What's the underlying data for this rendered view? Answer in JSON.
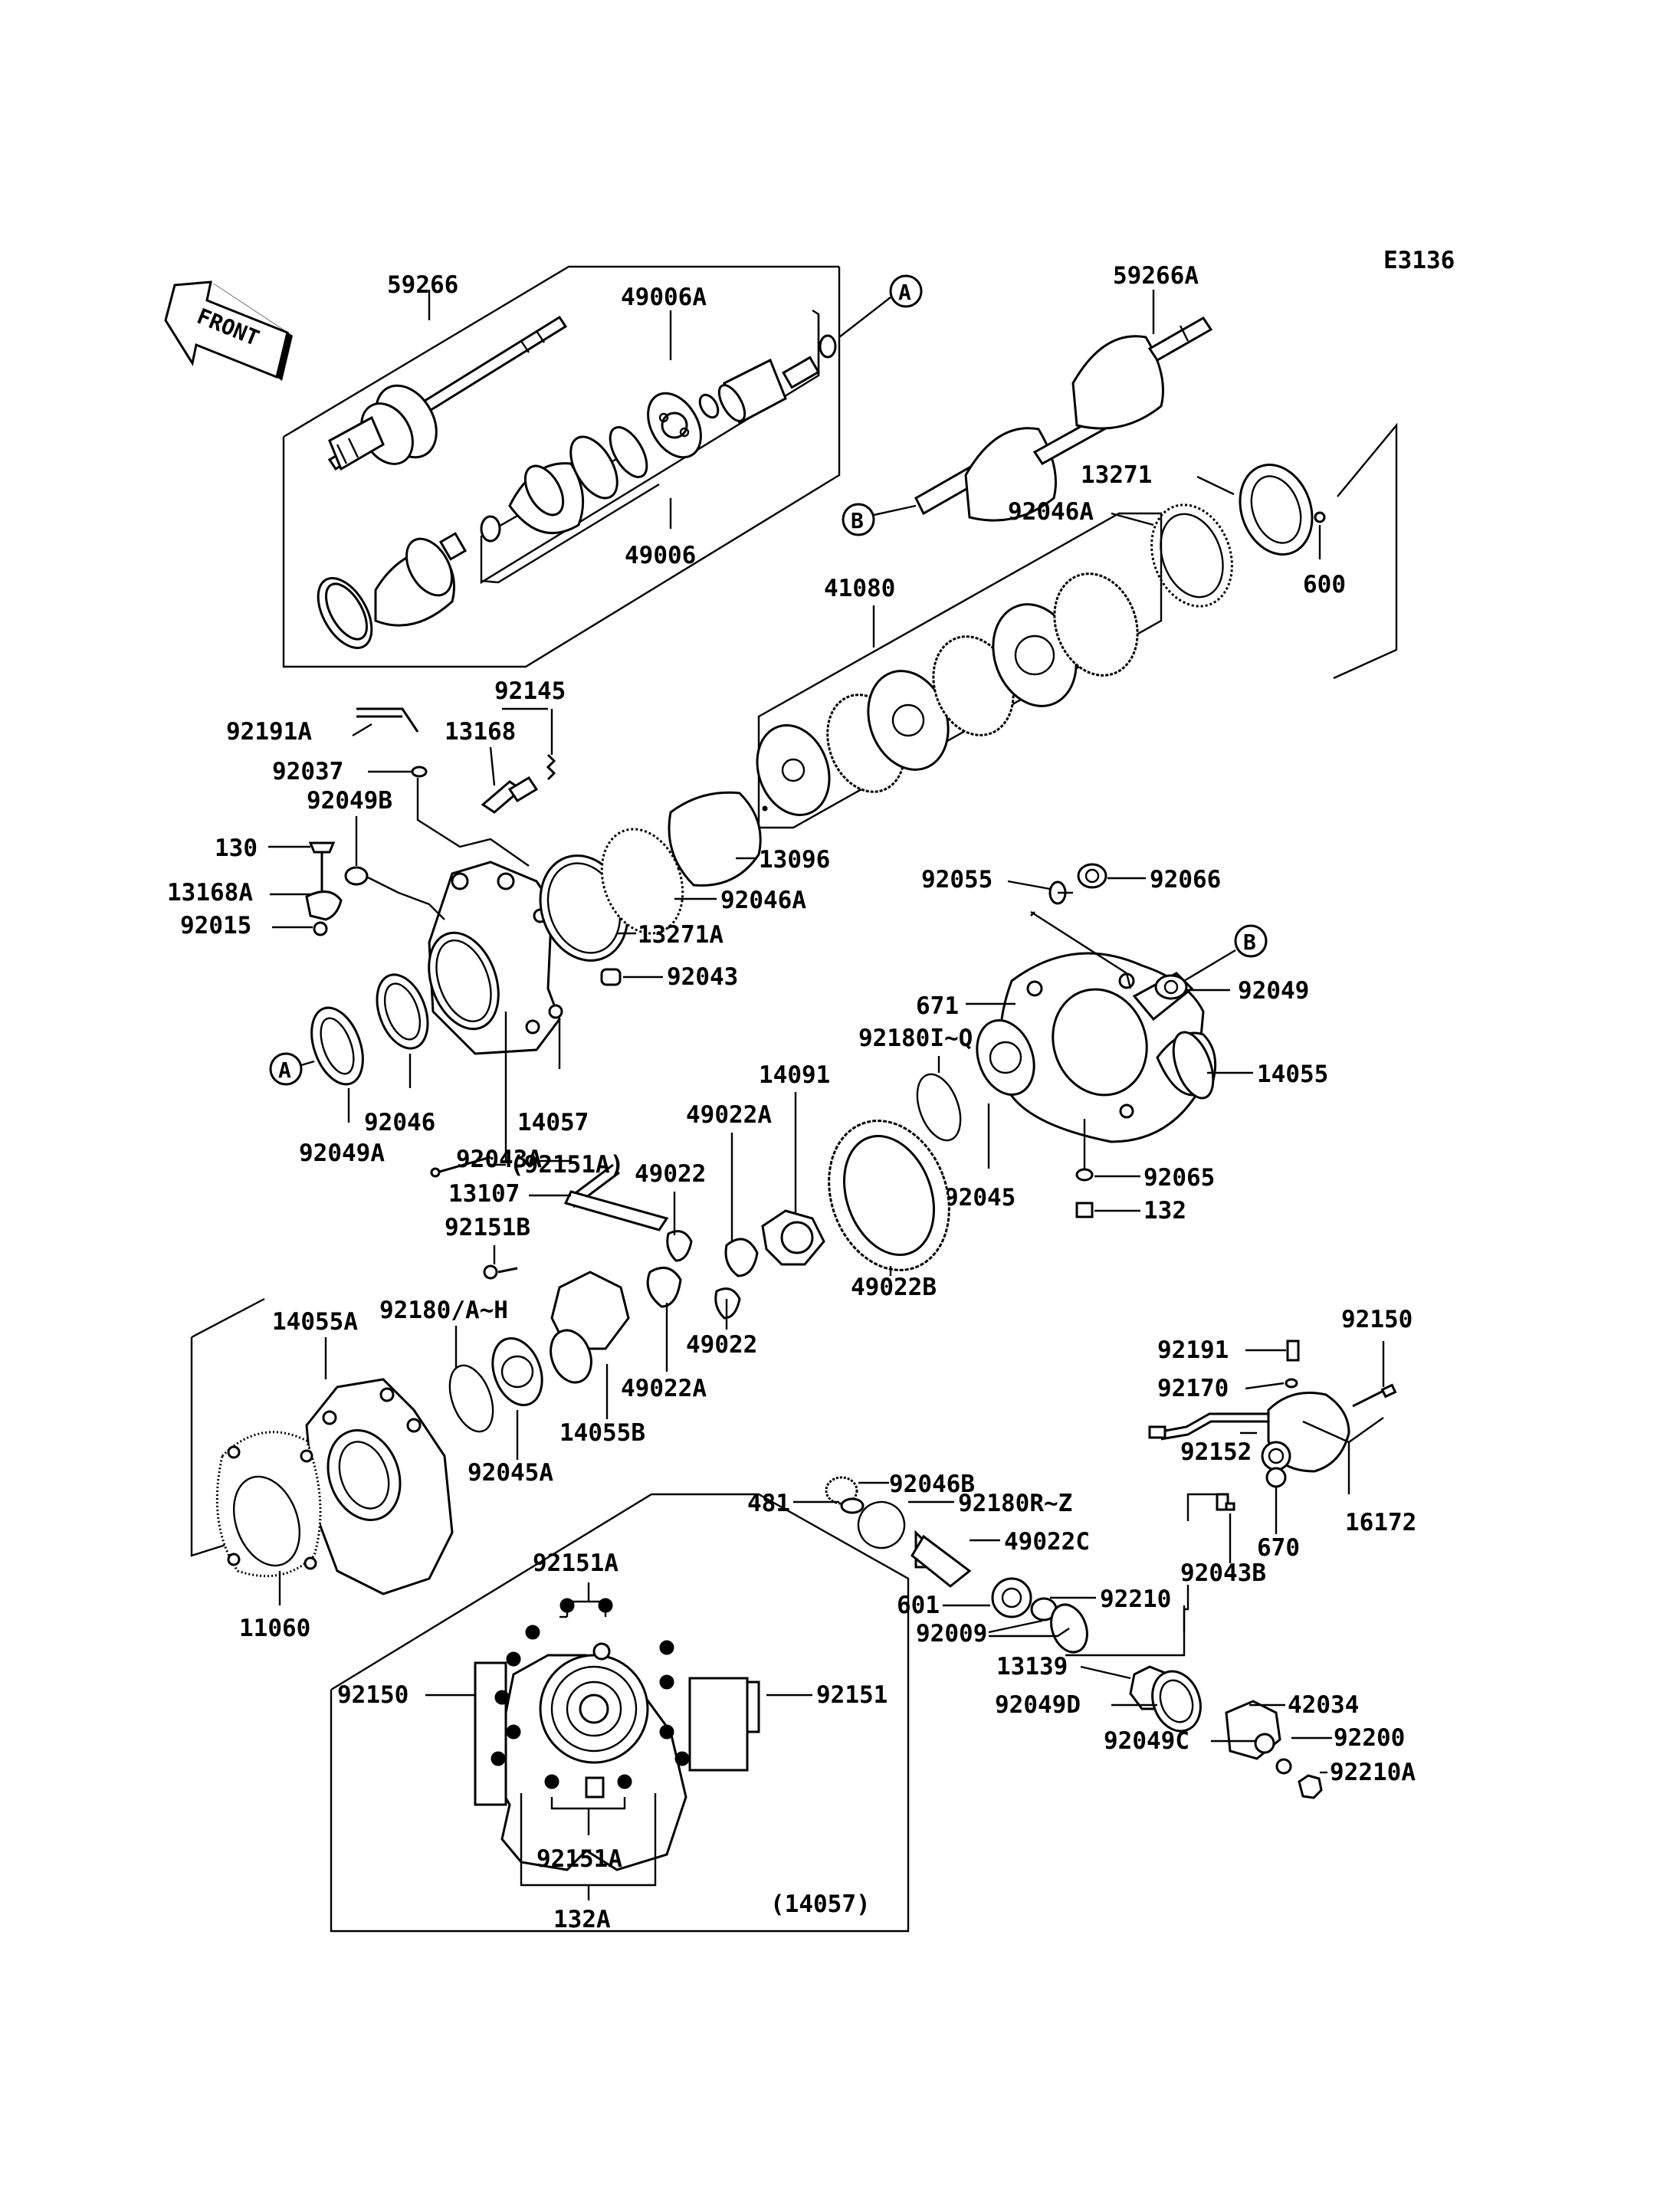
{
  "diagram_code": "E3136",
  "front_label": "FRONT",
  "refs": {
    "a": "A",
    "b": "B"
  },
  "parts": {
    "p59266": "59266",
    "p49006A": "49006A",
    "p49006": "49006",
    "p59266A": "59266A",
    "p13271": "13271",
    "p92046A_top": "92046A",
    "p600": "600",
    "p41080": "41080",
    "p92145": "92145",
    "p92191A": "92191A",
    "p13168": "13168",
    "p92037": "92037",
    "p92049B": "92049B",
    "p130": "130",
    "p13168A": "13168A",
    "p92015": "92015",
    "p13096": "13096",
    "p92046A_mid": "92046A",
    "p13271A": "13271A",
    "p92055": "92055",
    "p92066": "92066",
    "p92043": "92043",
    "p92049": "92049",
    "p671": "671",
    "p92180IQ": "92180I~Q",
    "p14055": "14055",
    "p92046": "92046",
    "p14057": "14057",
    "p92049A": "92049A",
    "p92151A_paren": "(92151A)",
    "p14091": "14091",
    "p49022A_top": "49022A",
    "p92043A": "92043A",
    "p49022_top": "49022",
    "p13107": "13107",
    "p92045": "92045",
    "p92065": "92065",
    "p132": "132",
    "p92151B": "92151B",
    "p49022B": "49022B",
    "p14055A": "14055A",
    "p92180AH": "92180/A~H",
    "p49022_bot": "49022",
    "p49022A_bot": "49022A",
    "p14055B": "14055B",
    "p92045A": "92045A",
    "p92150_right": "92150",
    "p92191": "92191",
    "p92170": "92170",
    "p92152": "92152",
    "p16172": "16172",
    "p670": "670",
    "p92043B": "92043B",
    "p92046B": "92046B",
    "p481": "481",
    "p92180RZ": "92180R~Z",
    "p49022C": "49022C",
    "p601": "601",
    "p92210": "92210",
    "p92009": "92009",
    "p13139": "13139",
    "p92049D": "92049D",
    "p42034": "42034",
    "p92049C": "92049C",
    "p92200": "92200",
    "p92210A": "92210A",
    "p11060": "11060"
  },
  "inset": {
    "top_label": "92151A",
    "left_label": "92150",
    "right_label": "92151",
    "bottom_label": "92151A",
    "bottom2_label": "132A",
    "caption": "(14057)"
  }
}
